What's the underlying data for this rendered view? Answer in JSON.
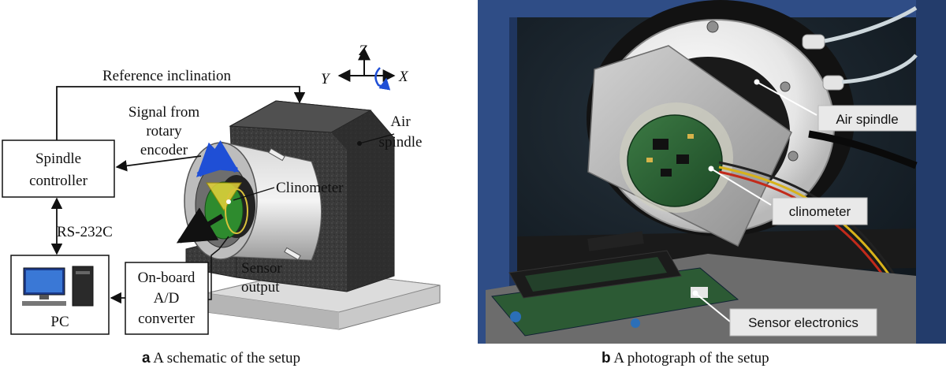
{
  "panel_a": {
    "caption_letter": "a",
    "caption_text": "A schematic of the setup",
    "reference_inclination": "Reference inclination",
    "signal_line1": "Signal from",
    "signal_line2": "rotary",
    "signal_line3": "encoder",
    "spindle_controller_line1": "Spindle",
    "spindle_controller_line2": "controller",
    "rs232": "RS-232C",
    "pc": "PC",
    "adc_line1": "On-board",
    "adc_line2": "A/D",
    "adc_line3": "converter",
    "air_spindle_line1": "Air",
    "air_spindle_line2": "spindle",
    "clinometer": "Clinometer",
    "sensor_output_line1": "Sensor",
    "sensor_output_line2": "output",
    "axis_z": "Z",
    "axis_y": "Y",
    "axis_x": "X"
  },
  "panel_b": {
    "caption_letter": "b",
    "caption_text": "A photograph of the setup",
    "air_spindle": "Air spindle",
    "clinometer": "clinometer",
    "sensor_electronics": "Sensor electronics"
  },
  "colors": {
    "rotation_arrow": "#1f4fd6",
    "sensor_board": "#2e8b2e",
    "housing": "#3a3a3a",
    "photo_background": "#15202a"
  }
}
